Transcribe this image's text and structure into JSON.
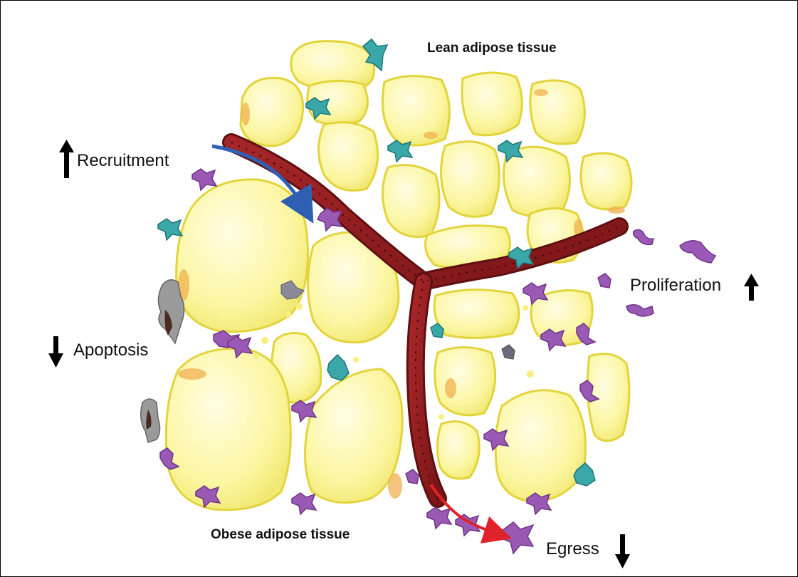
{
  "labels": {
    "lean": "Lean adipose tissue",
    "obese": "Obese adipose tissue",
    "recruitment": "Recruitment",
    "proliferation": "Proliferation",
    "apoptosis": "Apoptosis",
    "egress": "Egress"
  },
  "trends": {
    "recruitment": "up",
    "proliferation": "up",
    "apoptosis": "down",
    "egress": "down"
  },
  "colors": {
    "adipocyte_fill": "#fbf7a8",
    "adipocyte_border": "#e0d23a",
    "vessel": "#8f1d1f",
    "vessel_dark": "#5e0f12",
    "macrophage_m1": "#9b59b6",
    "macrophage_m2": "#3aa7a8",
    "apoptotic_cell": "#8c8c8c",
    "recruitment_arrow": "#2f5fb3",
    "egress_arrow": "#e0222a"
  }
}
